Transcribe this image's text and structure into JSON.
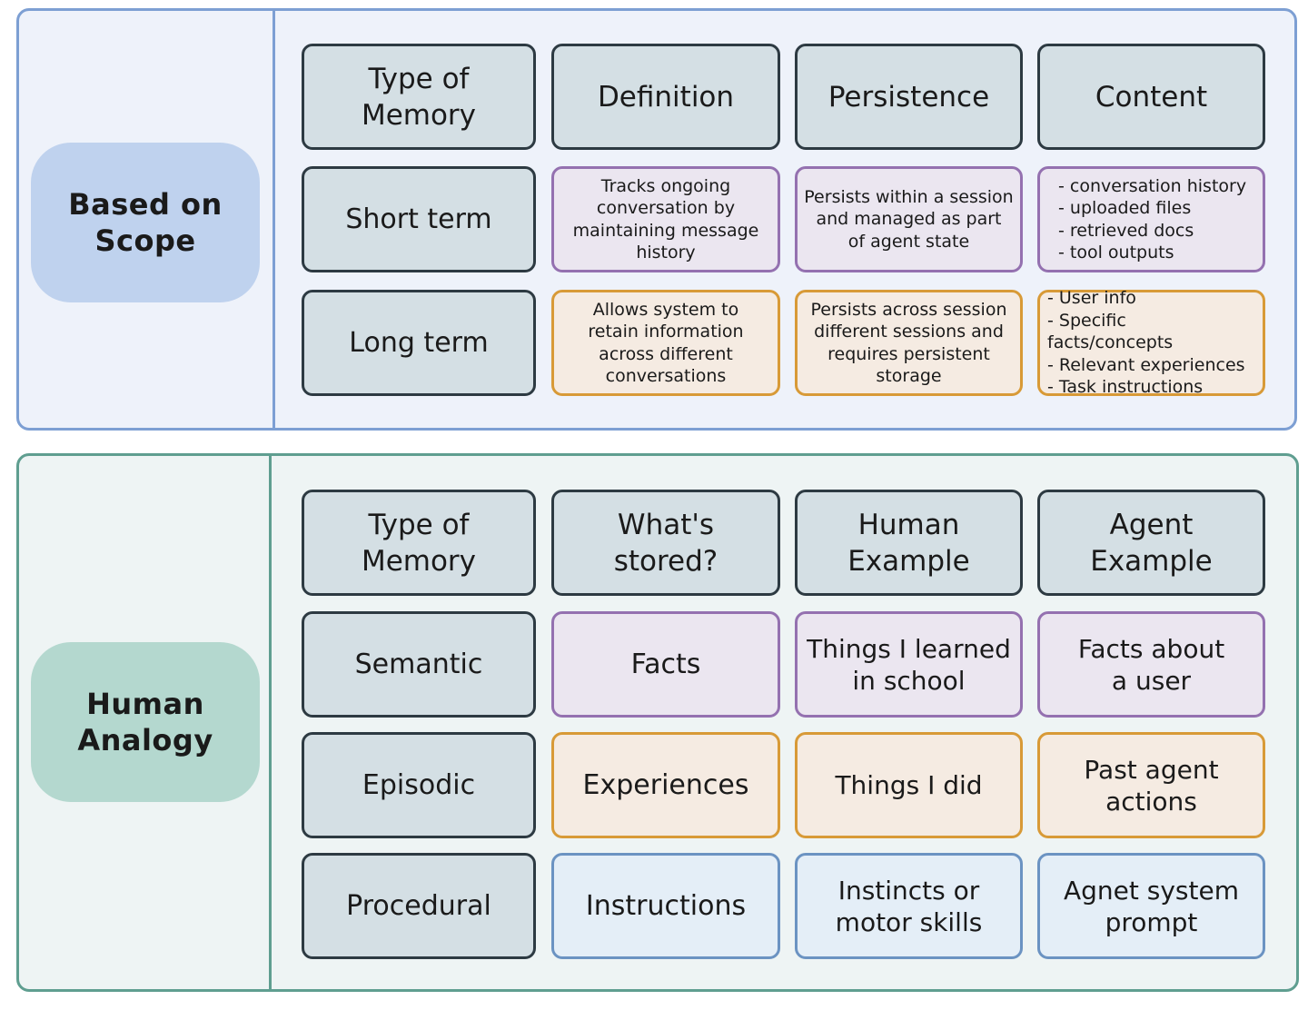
{
  "colors": {
    "scope_panel_bg": "#eef2fa",
    "scope_panel_border": "#7d9fd3",
    "scope_pill_bg": "#bfd2ee",
    "human_panel_bg": "#eef4f4",
    "human_panel_border": "#5f9e90",
    "human_pill_bg": "#b4d8cf",
    "header_cell_bg": "#d4dfe4",
    "header_cell_border": "#2d3a42",
    "purple_border": "#9471b0",
    "orange_border": "#d89a37",
    "blue_border": "#6b93c2"
  },
  "scope": {
    "label": "Based on\nScope",
    "headers": [
      "Type of\nMemory",
      "Definition",
      "Persistence",
      "Content"
    ],
    "short_term": {
      "type": "Short term",
      "definition": "Tracks ongoing\nconversation by\nmaintaining message\nhistory",
      "persistence": "Persists within a session\nand managed as part\nof agent state",
      "content": "- conversation history\n- uploaded files\n- retrieved docs\n- tool outputs"
    },
    "long_term": {
      "type": "Long term",
      "definition": "Allows system to\nretain information\nacross different\nconversations",
      "persistence": "Persists across session\ndifferent sessions and\nrequires persistent\nstorage",
      "content": "- User info\n- Specific facts/concepts\n- Relevant experiences\n- Task instructions"
    }
  },
  "human": {
    "label": "Human\nAnalogy",
    "headers": [
      "Type of\nMemory",
      "What's\nstored?",
      "Human\nExample",
      "Agent\nExample"
    ],
    "semantic": {
      "type": "Semantic",
      "stored": "Facts",
      "human_example": "Things I learned\nin school",
      "agent_example": "Facts about\na user"
    },
    "episodic": {
      "type": "Episodic",
      "stored": "Experiences",
      "human_example": "Things I did",
      "agent_example": "Past agent\nactions"
    },
    "procedural": {
      "type": "Procedural",
      "stored": "Instructions",
      "human_example": "Instincts or\nmotor skills",
      "agent_example": "Agnet system\nprompt"
    }
  }
}
